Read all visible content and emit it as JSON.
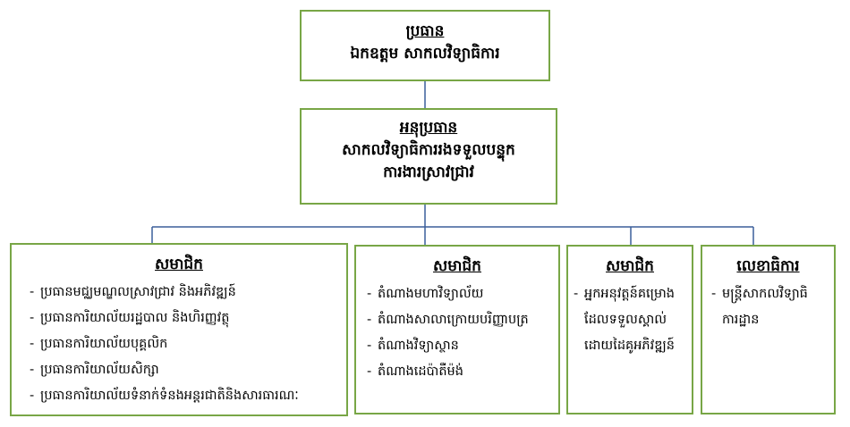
{
  "colors": {
    "box_border": "#78a646",
    "connector": "#3b5f9a"
  },
  "chair": {
    "title": "ប្រធាន",
    "subtitle": "ឯកឧត្តម សាកលវិទ្យាធិការ"
  },
  "vice_chair": {
    "title": "អនុប្រធាន",
    "subtitle_line1": "សាកលវិទ្យាធិការរងទទួលបន្ទុក",
    "subtitle_line2": "ការងារស្រាវជ្រាវ"
  },
  "members": [
    {
      "title": "សមាជិក",
      "items": [
        "ប្រធានមជ្ឈមណ្ឌលស្រាវជ្រាវ និងអភិវឌ្ឍន៍",
        "ប្រធានការិយាល័យរដ្ឋបាល និងហិរញ្ញវត្ថុ",
        "ប្រធានការិយាល័យបុគ្គលិក",
        "ប្រធានការិយាល័យសិក្សា",
        "ប្រធានការិយាល័យទំនាក់ទំនងអន្តរជាតិនិងសារធារណៈ"
      ]
    },
    {
      "title": "សមាជិក",
      "items": [
        "តំណាងមហាវិទ្យាល័យ",
        "តំណាងសាលាក្រោយបរិញ្ញាបត្រ",
        "តំណាងវិទ្យាស្ថាន",
        "តំណាងដេប៉ាតឺម៉ង់"
      ]
    },
    {
      "title": "សមាជិក",
      "items": [
        "អ្នកអនុវត្តន៍គម្រោងដែលទទួលស្គាល់ដោយដៃគូអភិវឌ្ឍន៍"
      ]
    },
    {
      "title": "លេខាធិការ",
      "items": [
        "មន្ត្រីសាកលវិទ្យាធិការដ្ឋាន"
      ]
    }
  ]
}
